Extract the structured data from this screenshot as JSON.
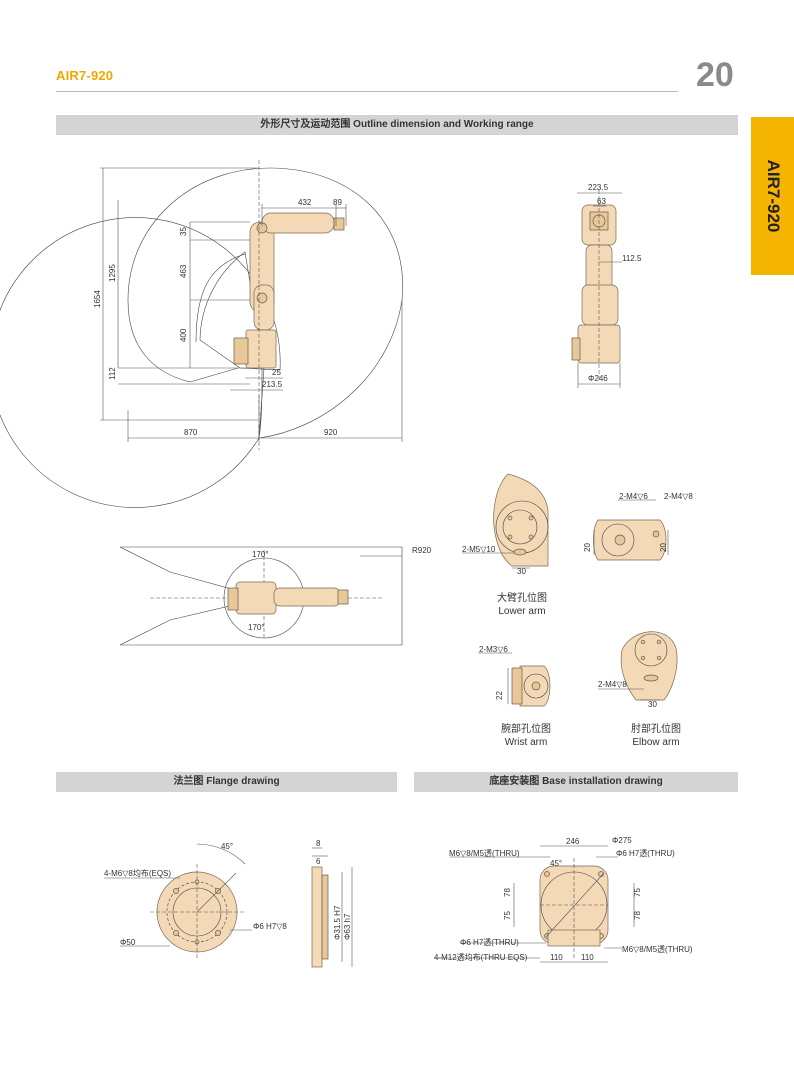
{
  "header": {
    "model": "AIR7-920",
    "page_number": "20",
    "side_tab": "AIR7-920"
  },
  "sections": {
    "outline": "外形尺寸及运动范围 Outline dimension and Working range",
    "flange": "法兰图 Flange drawing",
    "base": "底座安装图 Base installation drawing"
  },
  "side_view": {
    "dims": [
      "432",
      "89",
      "35",
      "463",
      "1295",
      "1654",
      "400",
      "112",
      "25",
      "213.5",
      "870",
      "920"
    ]
  },
  "front_view": {
    "dims": [
      "223.5",
      "63",
      "112.5",
      "Φ246"
    ]
  },
  "top_view": {
    "radius": "R920",
    "angle_top": "170°",
    "angle_bottom": "170°"
  },
  "lower_arm": {
    "hole": "2-M5▽10",
    "dim": "30",
    "cap_cn": "大臂孔位图",
    "cap_en": "Lower arm"
  },
  "elbow_pair": {
    "hole_a": "2-M4▽6",
    "hole_b": "2-M4▽8",
    "dim_a": "20",
    "dim_b": "20"
  },
  "wrist": {
    "hole": "2-M3▽6",
    "dim": "22",
    "cap_cn": "腕部孔位图",
    "cap_en": "Wrist arm"
  },
  "elbow": {
    "hole": "2-M4▽8",
    "dim": "30",
    "cap_cn": "肘部孔位图",
    "cap_en": "Elbow arm"
  },
  "flange": {
    "bolt": "4-M6▽8均布(EQS)",
    "angle": "45°",
    "pin": "Φ6 H7▽8",
    "pcd": "Φ50",
    "d1": "8",
    "d2": "6",
    "bore": "Φ31.5 H7",
    "spigot": "Φ63 h7"
  },
  "base": {
    "w": "246",
    "od": "Φ275",
    "bolt_tl": "M6▽8/M5透(THRU)",
    "pin_tr": "Φ6 H7透(THRU)",
    "angle": "45°",
    "v1": "78",
    "v2": "75",
    "v3": "75",
    "v4": "78",
    "pin_bl": "Φ6 H7透(THRU)",
    "mount": "4-M12透均布(THRU EQS)",
    "h1": "110",
    "h2": "110",
    "bolt_br": "M6▽8/M5透(THRU)"
  },
  "colors": {
    "accent": "#f5b400",
    "header_text": "#f0a800",
    "bar": "#d4d4d4",
    "robot": "#f3d9b5"
  }
}
